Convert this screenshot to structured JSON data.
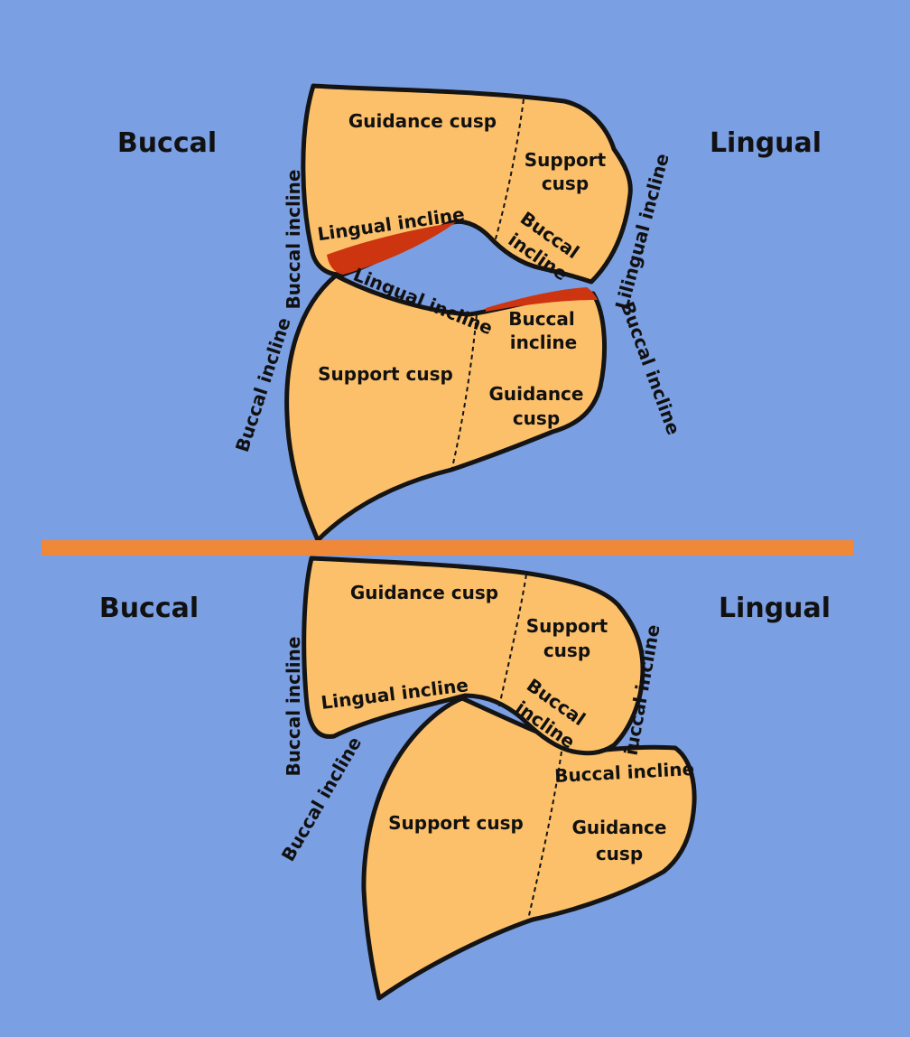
{
  "colors": {
    "background": "#7b9fe3",
    "tooth": "#fdc06a",
    "outline": "#141414",
    "contact": "#cc3510",
    "separator": "#f0883a"
  },
  "top": {
    "buccal": "Buccal",
    "lingual": "Lingual",
    "upper": {
      "guidance_cusp": "Guidance cusp",
      "support_cusp_1": "Support",
      "support_cusp_2": "cusp",
      "lingual_incline": "Lingual incline",
      "buccal_incline_inner_1": "Buccal",
      "buccal_incline_inner_2": "incline",
      "buccal_incline_outer": "Buccal incline",
      "lingual_incline_outer": "Lilingual incline"
    },
    "lower": {
      "lingual_incline": "Lingual incline",
      "buccal_incline_inner_1": "Buccal",
      "buccal_incline_inner_2": "incline",
      "support_cusp": "Support cusp",
      "guidance_cusp_1": "Guidance",
      "guidance_cusp_2": "cusp",
      "buccal_incline_outer_left": "Buccal incline",
      "buccal_incline_outer_right": "Buccal incline"
    }
  },
  "bottom": {
    "buccal": "Buccal",
    "lingual": "Lingual",
    "upper": {
      "guidance_cusp": "Guidance cusp",
      "support_cusp_1": "Support",
      "support_cusp_2": "cusp",
      "lingual_incline": "Lingual incline",
      "buccal_incline_inner_1": "Buccal",
      "buccal_incline_inner_2": "incline",
      "buccal_incline_outer": "Buccal incline",
      "lingual_incline_outer": "iuccal incline"
    },
    "lower": {
      "buccal_incline_inner": "Buccal incline",
      "support_cusp": "Support cusp",
      "guidance_cusp_1": "Guidance",
      "guidance_cusp_2": "cusp",
      "buccal_incline_outer": "Buccal incline"
    }
  }
}
